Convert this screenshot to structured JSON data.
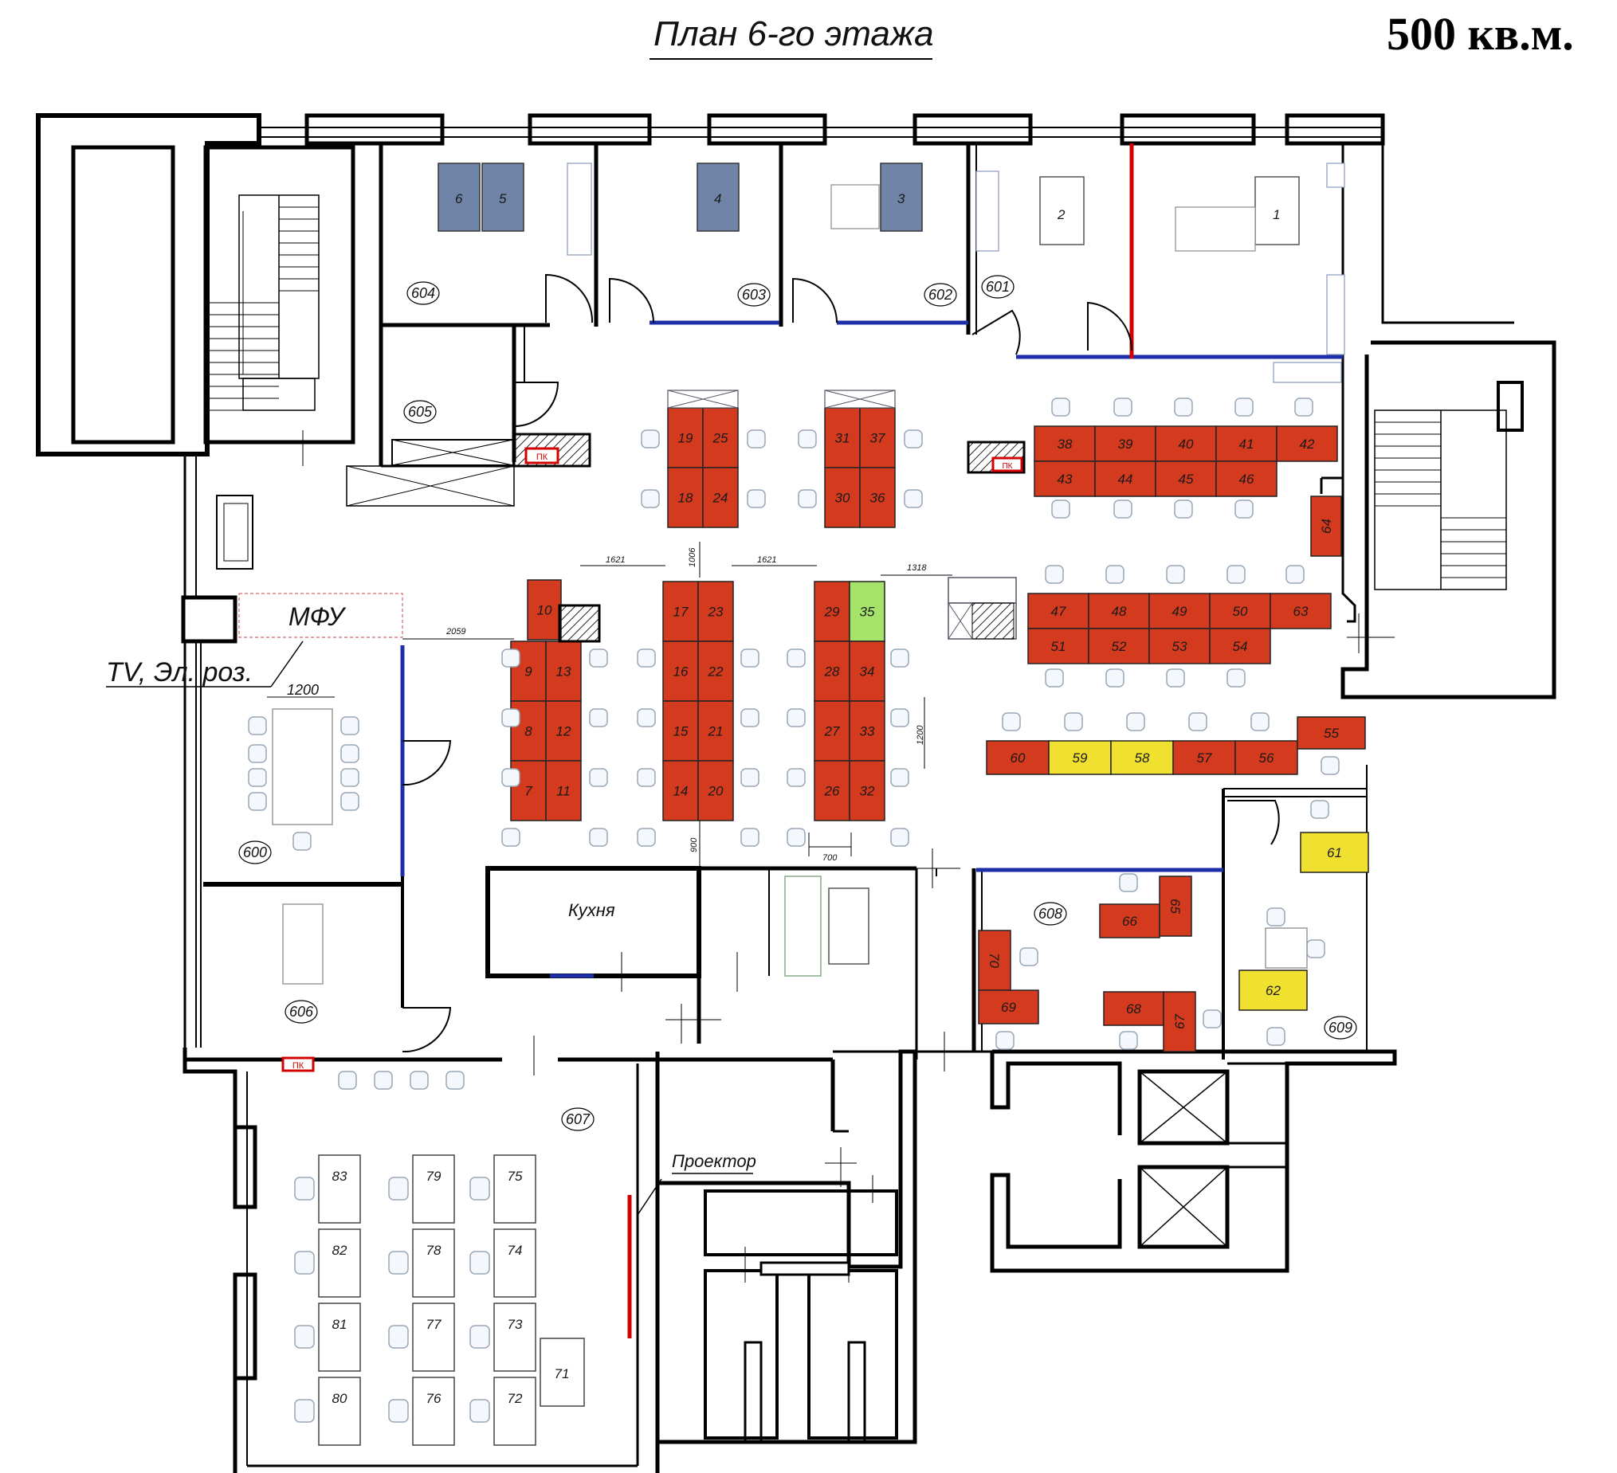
{
  "title": "План 6-го этажа",
  "area": "500 кв.м.",
  "labels": {
    "mfu": "МФУ",
    "tv": "TV, Эл. роз.",
    "kitchen": "Кухня",
    "projector": "Проектор",
    "pk1": "ПК",
    "pk2": "ПК",
    "pk3": "ПК"
  },
  "rooms": [
    "604",
    "603",
    "602",
    "601",
    "605",
    "600",
    "606",
    "607",
    "608",
    "609"
  ],
  "dimensions": {
    "d1621a": "1621",
    "d1621b": "1621",
    "d1006": "1006",
    "d1318": "1318",
    "d2059": "2059",
    "d1200a": "1200",
    "d1200b": "1200",
    "d900": "900",
    "d700": "700"
  },
  "colors": {
    "desk_red": "#d43a1e",
    "desk_yellow": "#f0e030",
    "desk_green": "#a6e36a",
    "desk_blue": "#6f84a6",
    "glass": "#1d2fa8"
  }
}
